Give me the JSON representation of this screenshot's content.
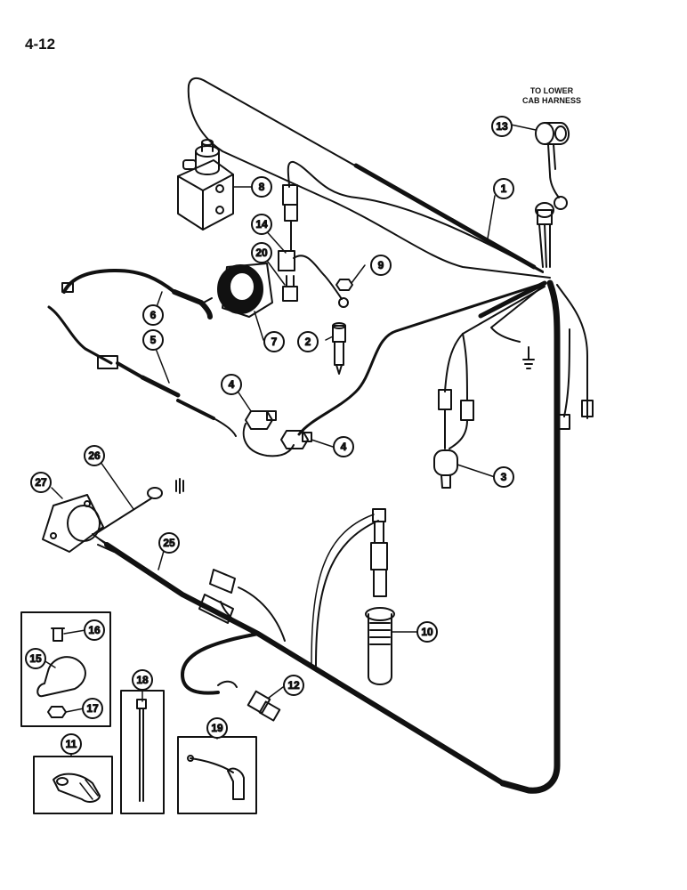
{
  "page_number": "4-12",
  "note": {
    "line1": "TO LOWER",
    "line2": "CAB HARNESS"
  },
  "callouts": [
    {
      "id": "c1",
      "label": "1"
    },
    {
      "id": "c2",
      "label": "2"
    },
    {
      "id": "c3",
      "label": "3"
    },
    {
      "id": "c4a",
      "label": "4"
    },
    {
      "id": "c4b",
      "label": "4"
    },
    {
      "id": "c5",
      "label": "5"
    },
    {
      "id": "c6",
      "label": "6"
    },
    {
      "id": "c7",
      "label": "7"
    },
    {
      "id": "c8",
      "label": "8"
    },
    {
      "id": "c9",
      "label": "9"
    },
    {
      "id": "c10",
      "label": "10"
    },
    {
      "id": "c11",
      "label": "11"
    },
    {
      "id": "c12",
      "label": "12"
    },
    {
      "id": "c13",
      "label": "13"
    },
    {
      "id": "c14",
      "label": "14"
    },
    {
      "id": "c15",
      "label": "15"
    },
    {
      "id": "c16",
      "label": "16"
    },
    {
      "id": "c17",
      "label": "17"
    },
    {
      "id": "c18",
      "label": "18"
    },
    {
      "id": "c19",
      "label": "19"
    },
    {
      "id": "c20",
      "label": "20"
    },
    {
      "id": "c25",
      "label": "25"
    },
    {
      "id": "c26",
      "label": "26"
    },
    {
      "id": "c27",
      "label": "27"
    }
  ],
  "colors": {
    "ink": "#111111",
    "paper": "#ffffff"
  }
}
